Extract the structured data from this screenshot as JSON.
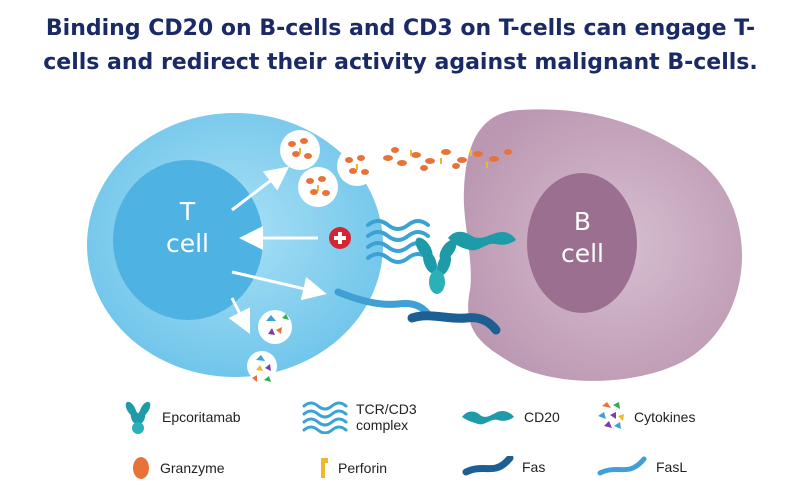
{
  "title": {
    "line1": "Binding CD20 on B-cells and CD3 on T-cells can engage T-",
    "line2": "cells and redirect their activity against malignant B-cells."
  },
  "cells": {
    "t_cell": {
      "line1": "T",
      "line2": "cell"
    },
    "b_cell": {
      "line1": "B",
      "line2": "cell"
    }
  },
  "colors": {
    "t_cell_outer": "#7fccec",
    "t_cell_inner": "#4db4e4",
    "b_cell_outer": "#c9a9c0",
    "b_cell_inner": "#9a6f8e",
    "epcoritamab": "#1e9aa8",
    "fas": "#1d5f93",
    "fasl": "#3fa0d6",
    "granzyme": "#e8733a",
    "perforin": "#f2b52e",
    "plus_sign": "#d32630"
  },
  "legend": {
    "epcoritamab": {
      "label": "Epcoritamab",
      "icon": "epcoritamab-icon"
    },
    "tcr": {
      "label_line1": "TCR/CD3",
      "label_line2": "complex",
      "icon": "tcr-cd3-complex-icon"
    },
    "cd20": {
      "label": "CD20",
      "icon": "cd20-icon"
    },
    "cytokines": {
      "label": "Cytokines",
      "icon": "cytokines-icon"
    },
    "granzyme": {
      "label": "Granzyme",
      "icon": "granzyme-icon"
    },
    "perforin": {
      "label": "Perforin",
      "icon": "perforin-icon"
    },
    "fas": {
      "label": "Fas",
      "icon": "fas-icon"
    },
    "fasl": {
      "label": "FasL",
      "icon": "fasl-icon"
    }
  }
}
